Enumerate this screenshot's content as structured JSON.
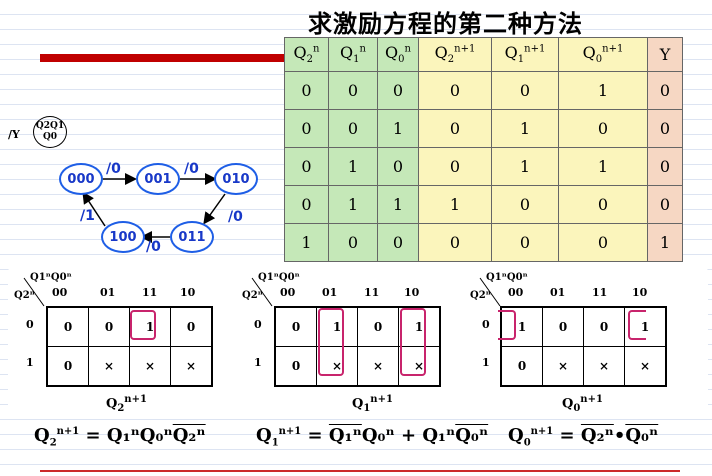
{
  "title": "求激励方程的第二种方法",
  "truth_table": {
    "headers": [
      {
        "base": "Q",
        "sub": "2",
        "sup": "n"
      },
      {
        "base": "Q",
        "sub": "1",
        "sup": "n"
      },
      {
        "base": "Q",
        "sub": "0",
        "sup": "n"
      },
      {
        "base": "Q",
        "sub": "2",
        "sup": "n+1"
      },
      {
        "base": "Q",
        "sub": "1",
        "sup": "n+1"
      },
      {
        "base": "Q",
        "sub": "0",
        "sup": "n+1"
      },
      {
        "base": "Y",
        "sub": "",
        "sup": ""
      }
    ],
    "rows": [
      [
        "0",
        "0",
        "0",
        "0",
        "0",
        "1",
        "0"
      ],
      [
        "0",
        "0",
        "1",
        "0",
        "1",
        "0",
        "0"
      ],
      [
        "0",
        "1",
        "0",
        "0",
        "1",
        "1",
        "0"
      ],
      [
        "0",
        "1",
        "1",
        "1",
        "0",
        "0",
        "0"
      ],
      [
        "1",
        "0",
        "0",
        "0",
        "0",
        "0",
        "1"
      ]
    ]
  },
  "state_diagram": {
    "legend_prefix": "/Y",
    "legend_top": "Q2Q1",
    "legend_bottom": "Q0",
    "states": [
      "000",
      "001",
      "010",
      "011",
      "100"
    ],
    "transitions": [
      "/0",
      "/0",
      "/0",
      "/0",
      "/1"
    ]
  },
  "kmaps": [
    {
      "corner_top": "Q1ⁿQ0ⁿ",
      "corner_left": "Q2ⁿ",
      "cols": [
        "00",
        "01",
        "11",
        "10"
      ],
      "rows": [
        "0",
        "1"
      ],
      "cells": [
        [
          "0",
          "0",
          "1",
          "0"
        ],
        [
          "0",
          "×",
          "×",
          "×"
        ]
      ],
      "name": "Q",
      "name_sub": "2",
      "name_sup": "n+1"
    },
    {
      "corner_top": "Q1ⁿQ0ⁿ",
      "corner_left": "Q2ⁿ",
      "cols": [
        "00",
        "01",
        "11",
        "10"
      ],
      "rows": [
        "0",
        "1"
      ],
      "cells": [
        [
          "0",
          "1",
          "0",
          "1"
        ],
        [
          "0",
          "×",
          "×",
          "×"
        ]
      ],
      "name": "Q",
      "name_sub": "1",
      "name_sup": "n+1"
    },
    {
      "corner_top": "Q1ⁿQ0ⁿ",
      "corner_left": "Q2ⁿ",
      "cols": [
        "00",
        "01",
        "11",
        "10"
      ],
      "rows": [
        "0",
        "1"
      ],
      "cells": [
        [
          "1",
          "0",
          "0",
          "1"
        ],
        [
          "0",
          "×",
          "×",
          "×"
        ]
      ],
      "name": "Q",
      "name_sub": "0",
      "name_sup": "n+1"
    }
  ],
  "equations": {
    "eq1": {
      "lhs": "Q",
      "lhs_sub": "2",
      "lhs_sup": "n+1",
      "rhs": "= Q₁ⁿQ₀ⁿ",
      "rhs_bar": "Q₂ⁿ"
    },
    "eq2": {
      "lhs": "Q",
      "lhs_sub": "1",
      "lhs_sup": "n+1",
      "rhs_bar1": "Q₁ⁿ",
      "rhs_mid": "Q₀ⁿ + Q₁ⁿ",
      "rhs_bar2": "Q₀ⁿ"
    },
    "eq3": {
      "lhs": "Q",
      "lhs_sub": "0",
      "lhs_sup": "n+1",
      "rhs_bar1": "Q₂ⁿ",
      "rhs_dot": "•",
      "rhs_bar2": "Q₀ⁿ"
    }
  },
  "colors": {
    "accent_red": "#c00000",
    "state_blue": "#1e5ee6",
    "group_box": "#c8246c"
  }
}
